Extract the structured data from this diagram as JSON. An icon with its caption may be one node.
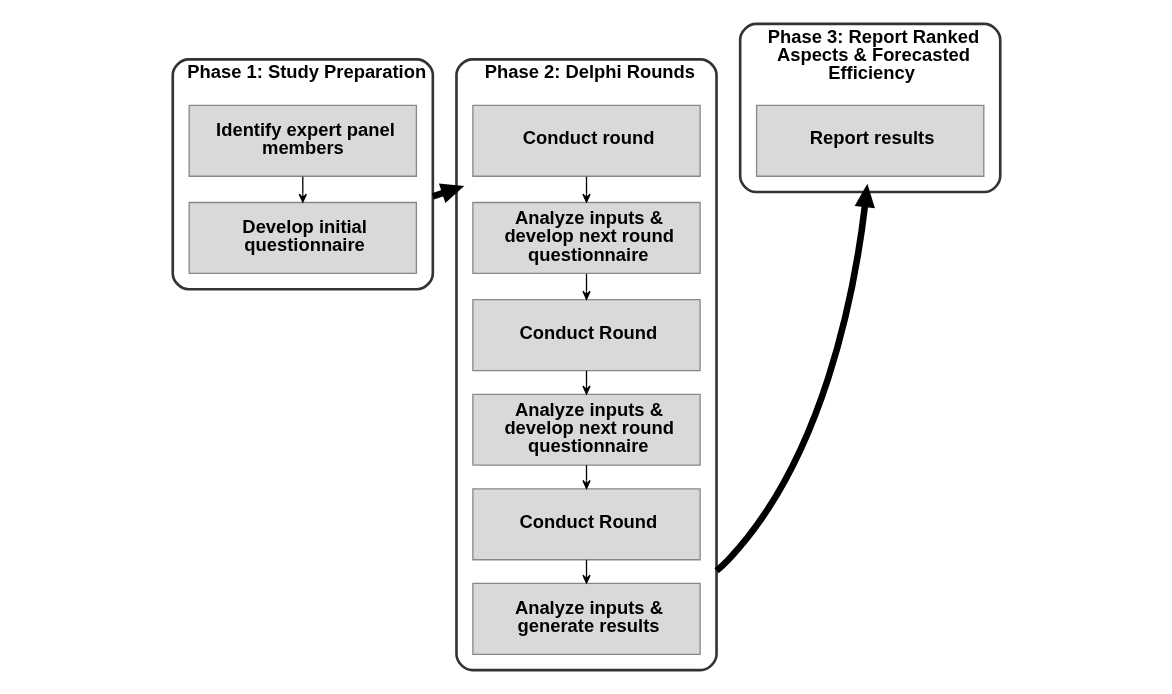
{
  "diagram": {
    "nodes": [
      {
        "text": [
          "Phase 1: Study Preparation"
        ]
      },
      {
        "text": [
          "Identify expert panel members"
        ],
        "in": 0
      },
      {
        "text": [
          "Develop initial questionnaire"
        ],
        "in": 0
      },
      {
        "text": [
          "Phase 2: Delphi Rounds"
        ]
      },
      {
        "text": [
          "Conduct round"
        ],
        "in": 3
      },
      {
        "text": [
          "Analyze inputs & develop next round questionnaire"
        ],
        "in": 3
      },
      {
        "text": [
          "Conduct Round"
        ],
        "in": 3
      },
      {
        "text": [
          "Analyze inputs & develop next round questionnaire"
        ],
        "in": 3
      },
      {
        "text": [
          "Conduct Round"
        ],
        "in": 3
      },
      {
        "text": [
          "Analyze inputs & generate results"
        ],
        "in": 3
      },
      {
        "text": [
          "Phase 3: Report Ranked Aspects & Forecasted Efficiency"
        ]
      },
      {
        "text": [
          "Report results"
        ],
        "in": 10
      }
    ],
    "edges": [
      {
        "from": 1,
        "to": 2,
        "arrow": "to"
      },
      {
        "from": 0,
        "to": 3,
        "arrow": "to",
        "style": "thick"
      },
      {
        "from": 4,
        "to": 5,
        "arrow": "to"
      },
      {
        "from": 5,
        "to": 6,
        "arrow": "to"
      },
      {
        "from": 6,
        "to": 7,
        "arrow": "to"
      },
      {
        "from": 7,
        "to": 8,
        "arrow": "to"
      },
      {
        "from": 8,
        "to": 9,
        "arrow": "to"
      },
      {
        "from": 3,
        "to": 10,
        "arrow": "to",
        "style": "thick"
      }
    ]
  }
}
